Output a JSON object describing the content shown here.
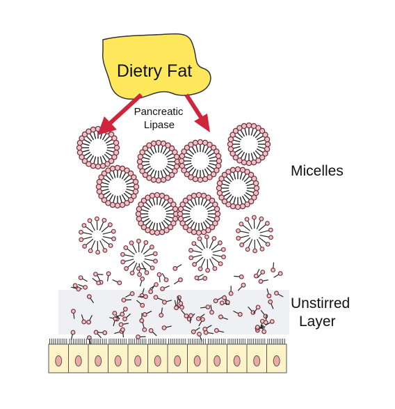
{
  "fat_blob": {
    "label": "Dietry Fat",
    "fill": "#ffe85c",
    "stroke": "#333333"
  },
  "enzyme": {
    "line1": "Pancreatic",
    "line2": "Lipase",
    "arrow_color": "#d0243c"
  },
  "labels": {
    "micelles": "Micelles",
    "unstirred_line1": "Unstirred",
    "unstirred_line2": "Layer"
  },
  "colors": {
    "lipid_head": "#e9c6cc",
    "lipid_head_stroke": "#7a3038",
    "micelle_dark": "#6a2a30",
    "unstirred_layer": "#eef0f3",
    "cell_fill": "#fdf3c8",
    "cell_stroke": "#555555",
    "nucleus": "#ecaaa6"
  }
}
